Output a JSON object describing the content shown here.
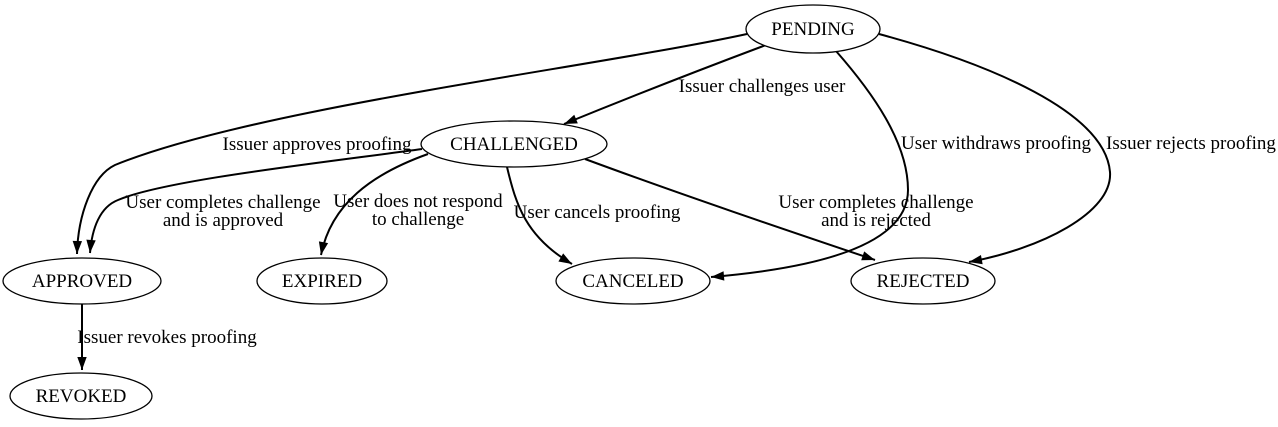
{
  "diagram": {
    "type": "state-machine",
    "colors": {
      "ink": "#000000",
      "background": "#ffffff"
    },
    "nodes": [
      {
        "id": "pending",
        "label": "PENDING"
      },
      {
        "id": "challenged",
        "label": "CHALLENGED"
      },
      {
        "id": "approved",
        "label": "APPROVED"
      },
      {
        "id": "expired",
        "label": "EXPIRED"
      },
      {
        "id": "canceled",
        "label": "CANCELED"
      },
      {
        "id": "rejected",
        "label": "REJECTED"
      },
      {
        "id": "revoked",
        "label": "REVOKED"
      }
    ],
    "edges": [
      {
        "from": "PENDING",
        "to": "CHALLENGED",
        "label_lines": [
          "Issuer challenges user"
        ]
      },
      {
        "from": "PENDING",
        "to": "APPROVED",
        "label_lines": [
          "Issuer approves proofing"
        ]
      },
      {
        "from": "PENDING",
        "to": "CANCELED",
        "label_lines": [
          "User withdraws proofing"
        ]
      },
      {
        "from": "PENDING",
        "to": "REJECTED",
        "label_lines": [
          "Issuer rejects proofing"
        ]
      },
      {
        "from": "CHALLENGED",
        "to": "APPROVED",
        "label_lines": [
          "User completes challenge",
          "and is approved"
        ]
      },
      {
        "from": "CHALLENGED",
        "to": "EXPIRED",
        "label_lines": [
          "User does not respond",
          "to challenge"
        ]
      },
      {
        "from": "CHALLENGED",
        "to": "CANCELED",
        "label_lines": [
          "User cancels proofing"
        ]
      },
      {
        "from": "CHALLENGED",
        "to": "REJECTED",
        "label_lines": [
          "User completes challenge",
          "and is rejected"
        ]
      },
      {
        "from": "APPROVED",
        "to": "REVOKED",
        "label_lines": [
          "Issuer revokes proofing"
        ]
      }
    ]
  }
}
